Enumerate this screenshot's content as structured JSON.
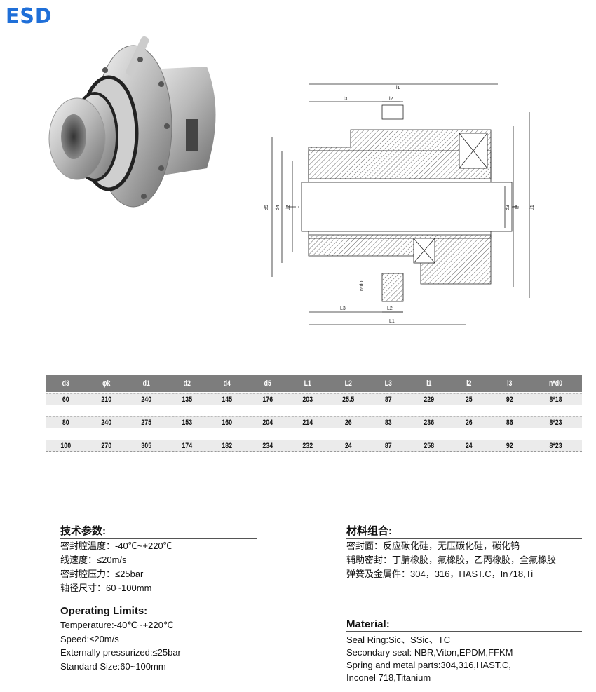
{
  "brand": {
    "logo": "ESD",
    "accent": "#1f6fd8"
  },
  "drawing_labels": {
    "l1": "l1",
    "l3": "l3",
    "l2": "l2",
    "d5": "d5",
    "d4": "d4",
    "d2": "d2",
    "d3": "d3",
    "phik": "φk",
    "d1": "d1",
    "L3": "L3",
    "L2": "L2",
    "L1": "L1",
    "nd0": "n*d0"
  },
  "table": {
    "headers": [
      "d3",
      "φk",
      "d1",
      "d2",
      "d4",
      "d5",
      "L1",
      "L2",
      "L3",
      "l1",
      "l2",
      "l3",
      "n*d0"
    ],
    "rows": [
      [
        "60",
        "210",
        "240",
        "135",
        "145",
        "176",
        "203",
        "25.5",
        "87",
        "229",
        "25",
        "92",
        "8*18"
      ],
      [
        "80",
        "240",
        "275",
        "153",
        "160",
        "204",
        "214",
        "26",
        "83",
        "236",
        "26",
        "86",
        "8*23"
      ],
      [
        "100",
        "270",
        "305",
        "174",
        "182",
        "234",
        "232",
        "24",
        "87",
        "258",
        "24",
        "92",
        "8*23"
      ]
    ]
  },
  "tech_cn": {
    "title": "技术参数:",
    "items": [
      "密封腔温度：-40℃~+220℃",
      "线速度：≤20m/s",
      "密封腔压力：≤25bar",
      "轴径尺寸：60~100mm"
    ]
  },
  "tech_en": {
    "title": "Operating Limits:",
    "items": [
      "Temperature:-40℃~+220℃",
      "Speed:≤20m/s",
      "Externally pressurized:≤25bar",
      "Standard Size:60~100mm"
    ]
  },
  "mat_cn": {
    "title": "材料组合:",
    "items": [
      "密封面：反应碳化硅，无压碳化硅，碳化钨",
      "辅助密封：丁腈橡胶，氟橡胶，乙丙橡胶，全氟橡胶",
      "弹簧及金属件：304，316，HAST.C，In718,Ti"
    ]
  },
  "mat_en": {
    "title": "Material:",
    "items": [
      "Seal Ring:Sic、SSic、TC",
      "Secondary seal: NBR,Viton,EPDM,FFKM",
      "Spring and metal parts:304,316,HAST.C,",
      "Inconel 718,Titanium"
    ]
  }
}
